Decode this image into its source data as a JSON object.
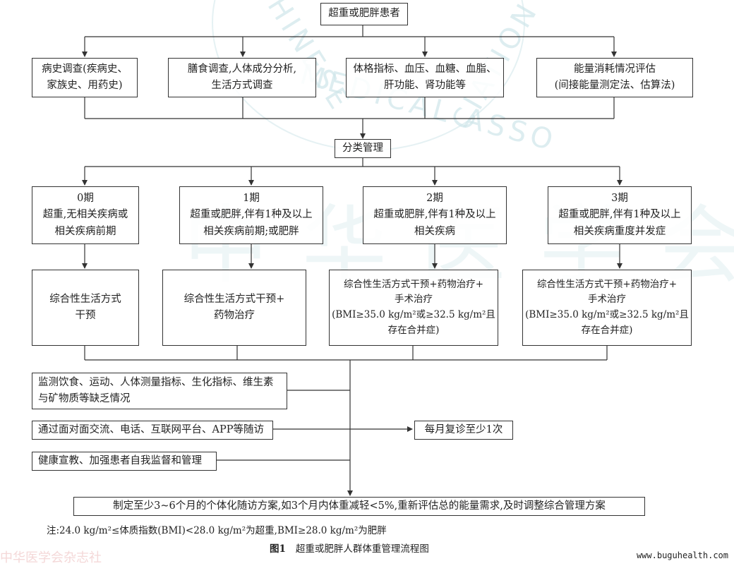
{
  "diagram": {
    "title_box": "超重或肥胖患者",
    "assessments": [
      {
        "lines": [
          "病史调查(疾病史、",
          "家族史、用药史)"
        ]
      },
      {
        "lines": [
          "膳食调查,人体成分分析,",
          "生活方式调查"
        ]
      },
      {
        "lines": [
          "体格指标、血压、血糖、血脂、",
          "肝功能、肾功能等"
        ]
      },
      {
        "lines": [
          "能量消耗情况评估",
          "(间接能量测定法、估算法)"
        ]
      }
    ],
    "classify_box": "分类管理",
    "stages": [
      {
        "lines": [
          "0期",
          "超重,无相关疾病或",
          "相关疾病前期"
        ]
      },
      {
        "lines": [
          "1期",
          "超重或肥胖,伴有1种及以上",
          "相关疾病前期;或肥胖"
        ]
      },
      {
        "lines": [
          "2期",
          "超重或肥胖,伴有1种及以上",
          "相关疾病"
        ]
      },
      {
        "lines": [
          "3期",
          "超重或肥胖,伴有1种及以上",
          "相关疾病重度并发症"
        ]
      }
    ],
    "treatments": [
      {
        "lines": [
          "综合性生活方式",
          "干预"
        ]
      },
      {
        "lines": [
          "综合性生活方式干预+",
          "药物治疗"
        ]
      },
      {
        "lines": [
          "综合性生活方式干预+药物治疗+",
          "手术治疗",
          "(BMI≥35.0 kg/m²或≥32.5 kg/m²且",
          "存在合并症)"
        ]
      },
      {
        "lines": [
          "综合性生活方式干预+药物治疗+",
          "手术治疗",
          "(BMI≥35.0 kg/m²或≥32.5 kg/m²且",
          "存在合并症)"
        ]
      }
    ],
    "monitoring": [
      {
        "lines": [
          "监测饮食、运动、人体测量指标、生化指标、维生素",
          "与矿物质等缺乏情况"
        ]
      },
      {
        "lines": [
          "通过面对面交流、电话、互联网平台、APP等随访"
        ]
      },
      {
        "lines": [
          "健康宣教、加强患者自我监督和管理"
        ]
      }
    ],
    "followup_box": "每月复诊至少1次",
    "final_box": "制定至少3~6个月的个体化随访方案,如3个月内体重减轻<5%,重新评估总的能量需求,及时调整综合管理方案",
    "note": "注:24.0 kg/m²≤体质指数(BMI)<28.0 kg/m²为超重,BMI≥28.0 kg/m²为肥胖",
    "caption_label": "图1",
    "caption_text": "超重或肥胖人群体重管理流程图",
    "source": "www.buguhealth.com"
  },
  "watermark": {
    "ring_text_left": "CHINESE",
    "ring_text_bottom": "MEDICAL ASSO",
    "ring_text_right": "CIATION",
    "han_text": "中华医学会",
    "bottom_text": "中华医学会杂志社"
  },
  "colors": {
    "line": "#333333",
    "watermark": "#cfe6ea"
  }
}
